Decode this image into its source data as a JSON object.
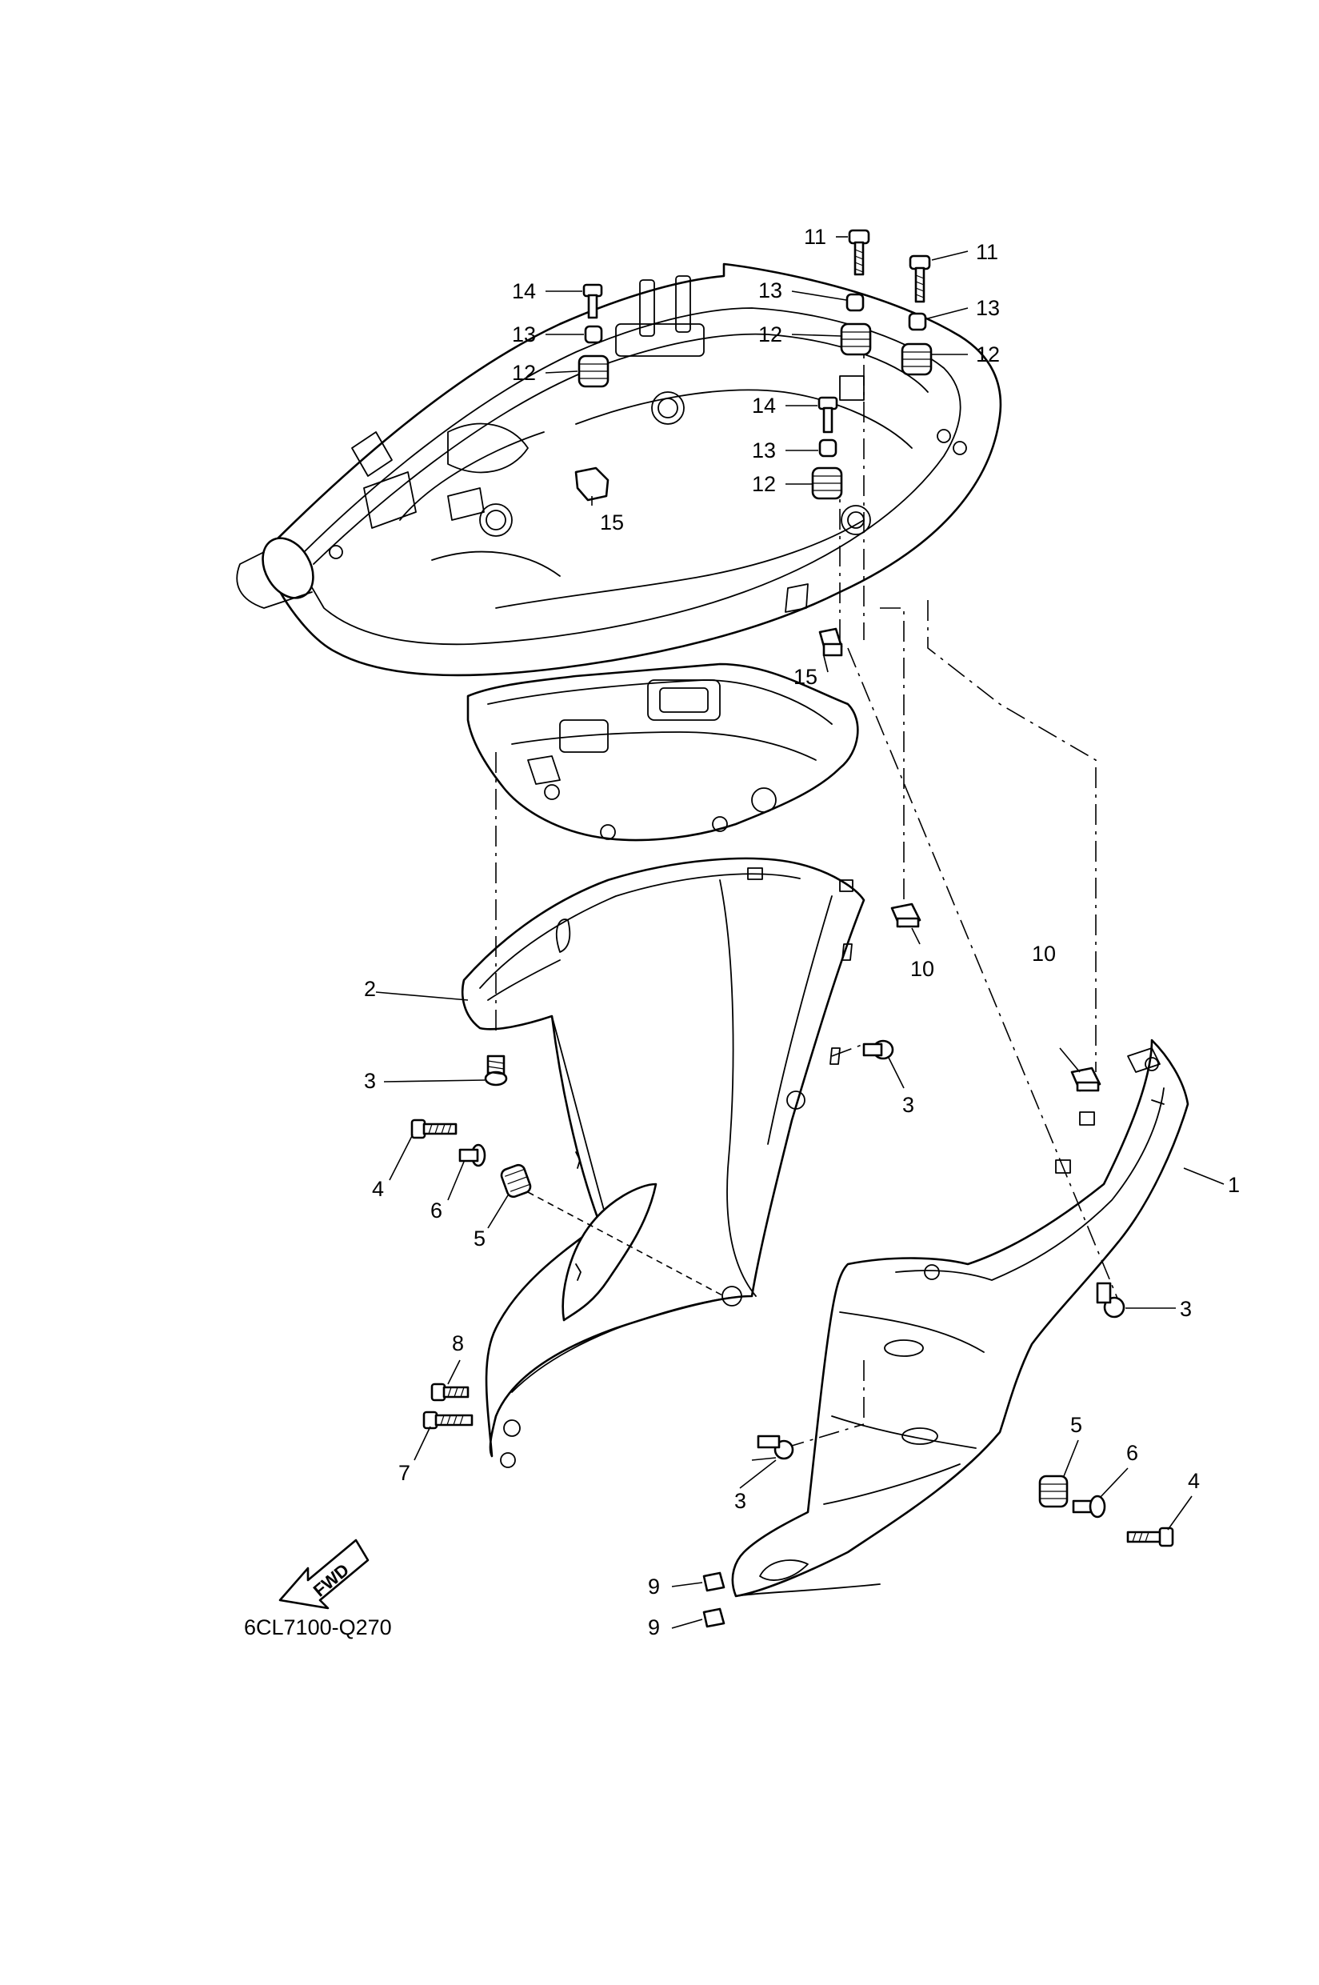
{
  "diagram": {
    "code": "6CL7100-Q270",
    "fwd_label": "FWD",
    "callouts": {
      "c1": "1",
      "c2": "2",
      "c3a": "3",
      "c3b": "3",
      "c3c": "3",
      "c3d": "3",
      "c4a": "4",
      "c4b": "4",
      "c5a": "5",
      "c5b": "5",
      "c6a": "6",
      "c6b": "6",
      "c7": "7",
      "c8": "8",
      "c9a": "9",
      "c9b": "9",
      "c10a": "10",
      "c10b": "10",
      "c11a": "11",
      "c11b": "11",
      "c12a": "12",
      "c12b": "12",
      "c12c": "12",
      "c13a": "13",
      "c13b": "13",
      "c13c": "13",
      "c14a": "14",
      "c14b": "14",
      "c15a": "15",
      "c15b": "15"
    }
  }
}
